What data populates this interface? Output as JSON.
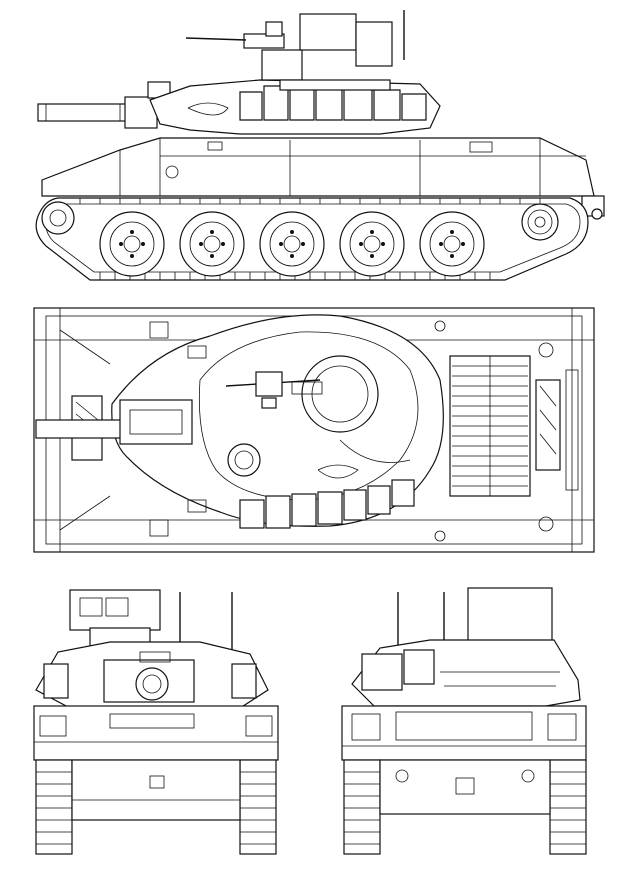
{
  "image": {
    "subject": "light-tank-line-drawing",
    "views": [
      {
        "id": "side",
        "name": "side-view"
      },
      {
        "id": "top",
        "name": "top-view"
      },
      {
        "id": "front",
        "name": "front-view"
      },
      {
        "id": "rear",
        "name": "rear-view"
      }
    ],
    "road_wheels_per_side": 5,
    "line_color": "#111111",
    "background_color": "#ffffff"
  }
}
